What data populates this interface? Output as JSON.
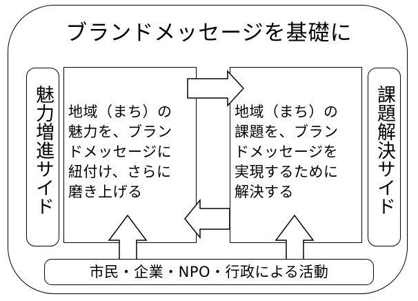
{
  "title": "ブランドメッセージを基礎に",
  "left_side_label": "魅力増進サイド",
  "right_side_label": "課題解決サイド",
  "left_box_text": "地域（まち）の\n魅力を、ブラン\nドメッセージに\n紐付け、さらに\n磨き上げる",
  "right_box_text": "地域（まち）の\n課題を、ブラン\nドメッセージを\n実現するために\n解決する",
  "bottom_bar_text": "市民・企業・NPO・行政による活動"
}
